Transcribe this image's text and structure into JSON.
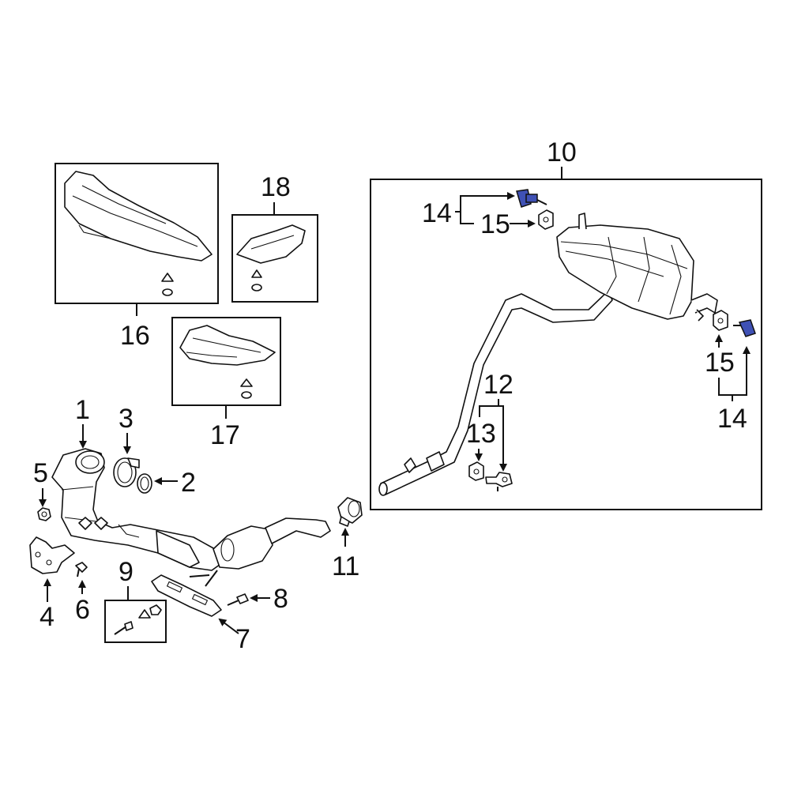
{
  "diagram": {
    "accent_color": "#3f51b5",
    "line_color": "#111111",
    "callouts": {
      "c1": "1",
      "c2": "2",
      "c3": "3",
      "c4": "4",
      "c5": "5",
      "c6": "6",
      "c7": "7",
      "c8": "8",
      "c9": "9",
      "c10": "10",
      "c11": "11",
      "c12": "12",
      "c13": "13",
      "c14a": "14",
      "c14b": "14",
      "c15a": "15",
      "c15b": "15",
      "c16": "16",
      "c17": "17",
      "c18": "18"
    },
    "highlighted_parts": [
      "14"
    ],
    "icons": [
      "catalytic-converter-icon",
      "muffler-icon",
      "heat-shield-icon",
      "gasket-icon",
      "clamp-icon",
      "hanger-icon",
      "bolt-icon",
      "nut-icon",
      "bracket-icon"
    ]
  }
}
